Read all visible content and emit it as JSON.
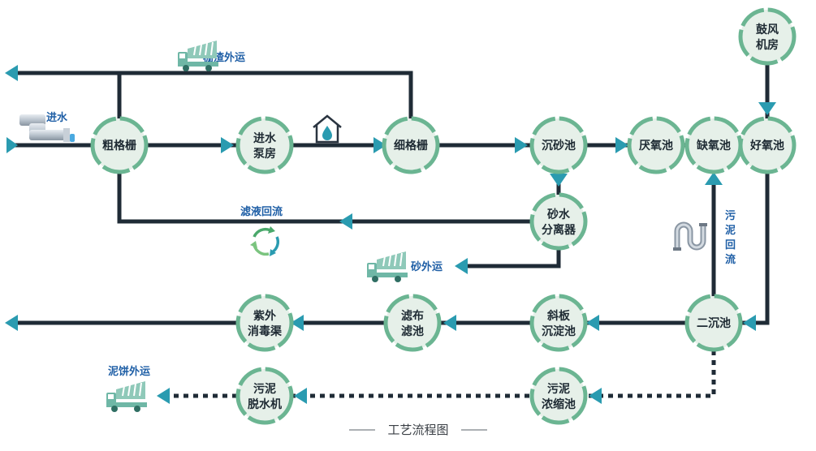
{
  "colors": {
    "line": "#1f2b36",
    "arrow": "#2a9bb0",
    "node_fill": "#e6f0e9",
    "node_ring": "#6bb592",
    "label_blue": "#1f5fa6",
    "truck": "#6fb7a6"
  },
  "nodes": {
    "coarse_screen": "粗格栅",
    "inlet_pump": [
      "进水",
      "泵房"
    ],
    "fine_screen": "细格栅",
    "grit_chamber": "沉砂池",
    "anaerobic": "厌氧池",
    "anoxic": "缺氧池",
    "aerobic": "好氧池",
    "blower": [
      "鼓风",
      "机房"
    ],
    "sand_separator": [
      "砂水",
      "分离器"
    ],
    "secondary_clarifier": "二沉池",
    "inclined_plate": [
      "斜板",
      "沉淀池"
    ],
    "cloth_filter": [
      "滤布",
      "滤池"
    ],
    "uv_channel": [
      "紫外",
      "消毒渠"
    ],
    "sludge_thickener": [
      "污泥",
      "浓缩池"
    ],
    "sludge_dewatering": [
      "污泥",
      "脱水机"
    ]
  },
  "labels": {
    "screenings_out": "栅渣外运",
    "inflow": "进水",
    "filtrate_return": "滤液回流",
    "sand_out": "砂外运",
    "sludge_return": [
      "污",
      "泥",
      "回",
      "流"
    ],
    "sludge_cake_out": "泥饼外运"
  },
  "icons": {
    "truck": "dump-truck-icon",
    "pipe": "inlet-pipe-icon",
    "house": "water-drop-house-icon",
    "recycle": "recycle-icon",
    "siphon": "siphon-pipe-icon"
  },
  "caption": "工艺流程图"
}
